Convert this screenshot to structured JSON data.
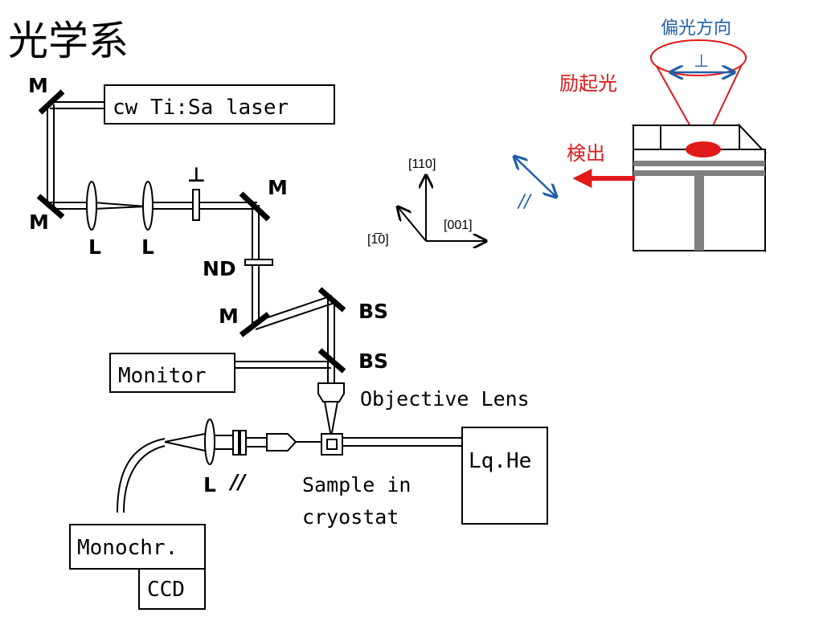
{
  "title": "光学系",
  "setup": {
    "laser": "cw Ti:Sa laser",
    "monitor": "Monitor",
    "lq_he": "Lq.He",
    "monochromator": "Monochr.",
    "ccd": "CCD",
    "mirror_label": "M",
    "lens_label": "L",
    "nd_label": "ND",
    "bs_label": "BS",
    "perp_symbol": "⊥",
    "parallel_symbol": "//",
    "objective_lens": "Objective Lens",
    "sample_line1": "Sample in",
    "sample_line2": "cryostat"
  },
  "axes": {
    "up": "[110]",
    "left": "[1̅0]",
    "right": "[001]",
    "parallel_symbol": "//"
  },
  "inset": {
    "polarization_direction": "偏光方向",
    "excitation_light": "励起光",
    "detection": "検出",
    "perp_symbol": "⊥"
  },
  "colors": {
    "annotation_blue": "#1f5fa8",
    "excitation_red": "#e01919",
    "sample_layer_gray": "#7f7f7f"
  }
}
